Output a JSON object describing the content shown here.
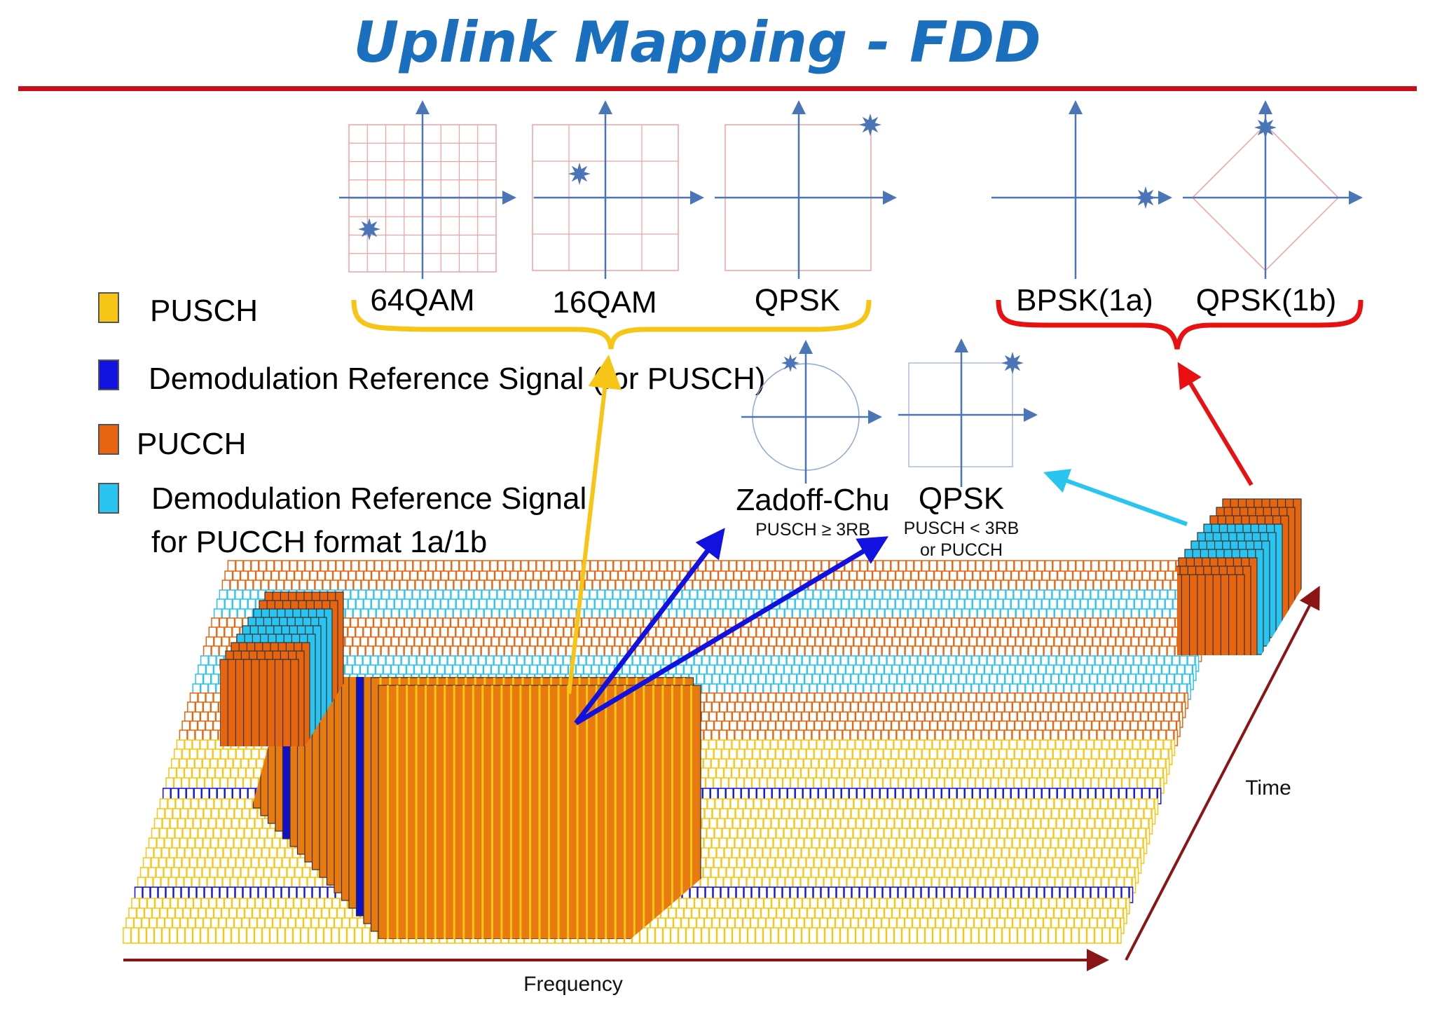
{
  "title": "Uplink Mapping - FDD",
  "colors": {
    "title": "#1a6fbf",
    "rule": "#c8101a",
    "pusch": "#f7c515",
    "dmrs_pusch": "#1212e0",
    "pucch": "#e8650f",
    "dmrs_pucch": "#2ac4f0",
    "axis": "#4a76b8",
    "grid": "#f0a0a0",
    "arrow_time": "#8b1515"
  },
  "legend": [
    {
      "color_key": "pusch",
      "label": "PUSCH"
    },
    {
      "color_key": "dmrs_pusch",
      "label": "Demodulation Reference Signal (for PUSCH)"
    },
    {
      "color_key": "pucch",
      "label": "PUCCH"
    },
    {
      "color_key": "dmrs_pucch",
      "label_line1": "Demodulation Reference Signal",
      "label_line2": "for PUCCH format 1a/1b"
    }
  ],
  "constellations": {
    "qam64": "64QAM",
    "qam16": "16QAM",
    "qpsk": "QPSK",
    "bpsk1a": "BPSK(1a)",
    "qpsk1b": "QPSK(1b)"
  },
  "dmrs_modulation": {
    "zc": "Zadoff-Chu",
    "zc_note": "PUSCH ≥ 3RB",
    "qpsk": "QPSK",
    "qpsk_note1": "PUSCH < 3RB",
    "qpsk_note2": "or PUCCH"
  },
  "axes": {
    "frequency": "Frequency",
    "time": "Time"
  },
  "icons": [
    "star-icon",
    "arrow-icon"
  ]
}
